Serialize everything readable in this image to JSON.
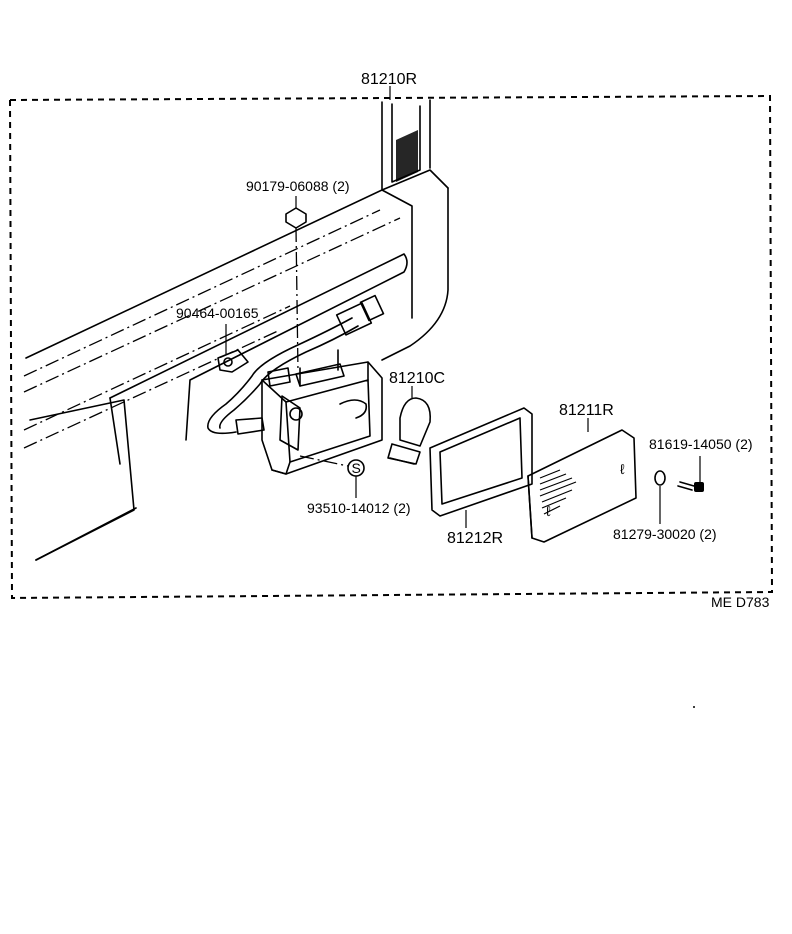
{
  "labels": {
    "assembly": "81210R",
    "nut": "90179-06088 (2)",
    "clamp": "90464-00165",
    "bulb": "81210C",
    "lens": "81211R",
    "screw": "81619-14050 (2)",
    "gasket": "81212R",
    "washer": "81279-30020 (2)",
    "screw_s": "93510-14012 (2)",
    "s_symbol": "S",
    "code": "ME D783"
  },
  "colors": {
    "line": "#000000",
    "background": "#ffffff"
  }
}
